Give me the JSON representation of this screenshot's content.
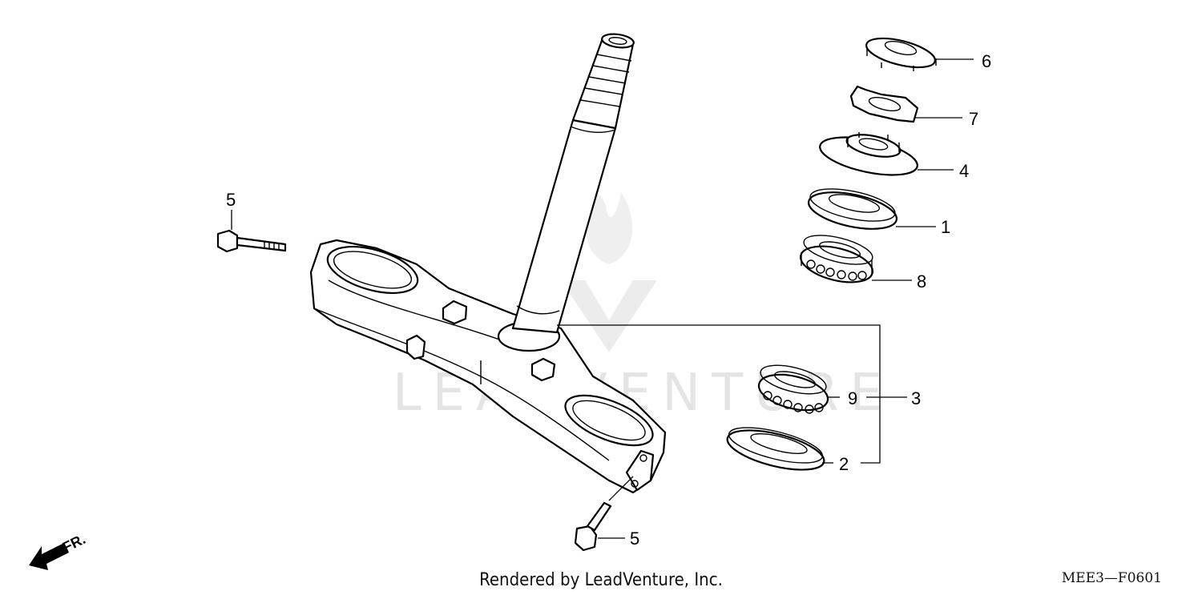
{
  "watermark": "LEADVENTURE",
  "footer_text": "Rendered by LeadVenture, Inc.",
  "diagram_code": "MEE3—F0601",
  "front_marker": "FR.",
  "callouts": {
    "p1": "1",
    "p2": "2",
    "p3": "3",
    "p4": "4",
    "p5_upper": "5",
    "p5_lower": "5",
    "p6": "6",
    "p7": "7",
    "p8": "8",
    "p9": "9"
  }
}
